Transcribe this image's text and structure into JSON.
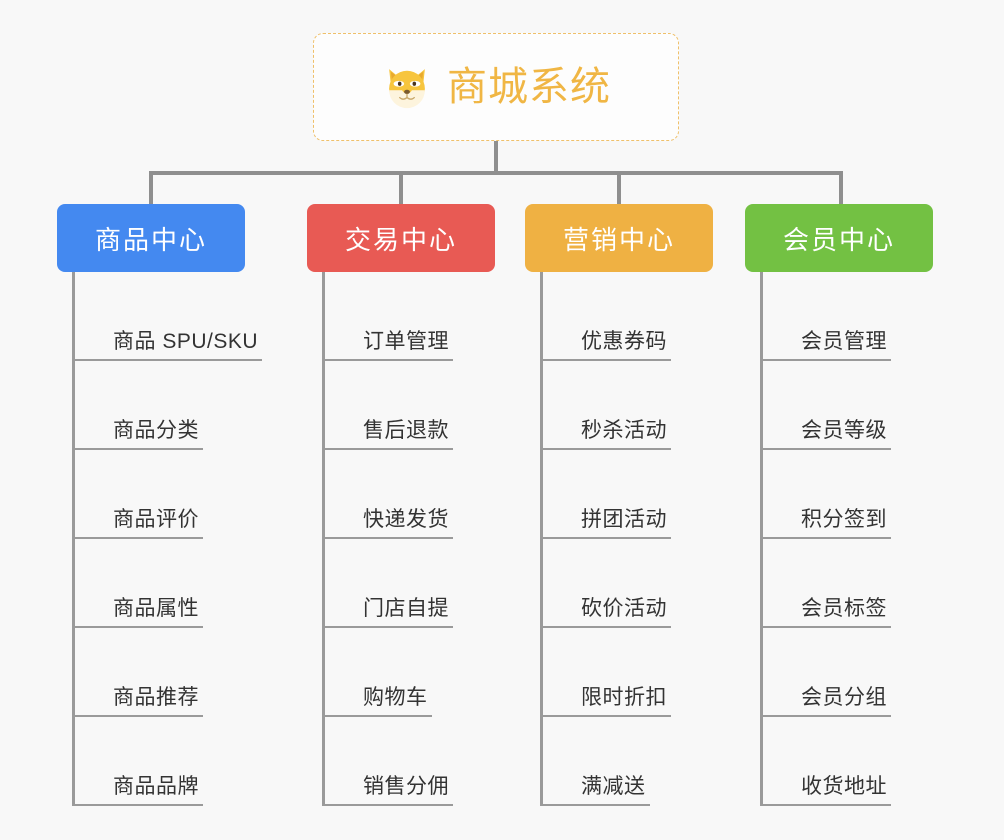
{
  "page": {
    "background_color": "#f8f8f8"
  },
  "root": {
    "title": "商城系统",
    "icon": "shiba-dog-face-icon",
    "text_color": "#f0b644",
    "border_color": "#efc06a"
  },
  "connector_color": "#8f8f8f",
  "columns": [
    {
      "id": "product-center",
      "title": "商品中心",
      "color": "#4489f0",
      "items": [
        "商品 SPU/SKU",
        "商品分类",
        "商品评价",
        "商品属性",
        "商品推荐",
        "商品品牌"
      ]
    },
    {
      "id": "trade-center",
      "title": "交易中心",
      "color": "#e85a54",
      "items": [
        "订单管理",
        "售后退款",
        "快递发货",
        "门店自提",
        "购物车",
        "销售分佣"
      ]
    },
    {
      "id": "marketing-center",
      "title": "营销中心",
      "color": "#efb143",
      "items": [
        "优惠券码",
        "秒杀活动",
        "拼团活动",
        "砍价活动",
        "限时折扣",
        "满减送"
      ]
    },
    {
      "id": "member-center",
      "title": "会员中心",
      "color": "#73c143",
      "items": [
        "会员管理",
        "会员等级",
        "积分签到",
        "会员标签",
        "会员分组",
        "收货地址"
      ]
    }
  ]
}
